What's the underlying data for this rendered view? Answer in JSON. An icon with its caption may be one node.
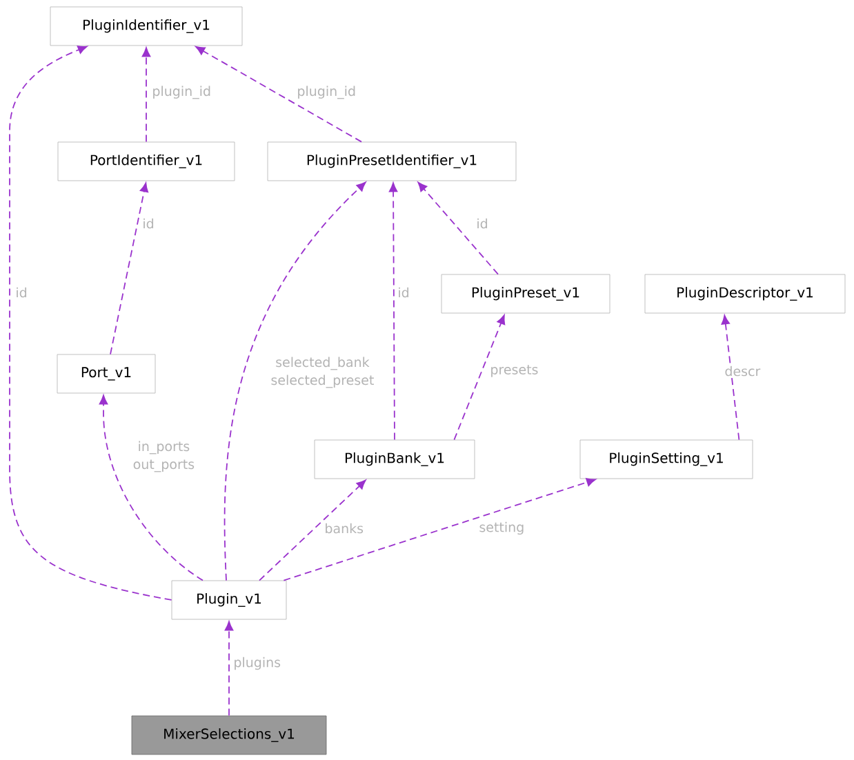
{
  "diagram": {
    "nodes": [
      {
        "text": [
          "PluginIdentifier_v1"
        ]
      },
      {
        "text": [
          "PortIdentifier_v1"
        ]
      },
      {
        "text": [
          "PluginPresetIdentifier_v1"
        ]
      },
      {
        "text": [
          "PluginPreset_v1"
        ]
      },
      {
        "text": [
          "PluginDescriptor_v1"
        ]
      },
      {
        "text": [
          "Port_v1"
        ]
      },
      {
        "text": [
          "PluginBank_v1"
        ]
      },
      {
        "text": [
          "PluginSetting_v1"
        ]
      },
      {
        "text": [
          "Plugin_v1"
        ]
      },
      {
        "text": [
          "MixerSelections_v1"
        ]
      }
    ],
    "edges": [
      {
        "from": 1,
        "to": 0,
        "arrow": "to",
        "label": "plugin_id",
        "style": "dashed"
      },
      {
        "from": 2,
        "to": 0,
        "arrow": "to",
        "label": "plugin_id",
        "style": "dashed"
      },
      {
        "from": 8,
        "to": 0,
        "arrow": "to",
        "label": "id",
        "style": "dashed"
      },
      {
        "from": 5,
        "to": 1,
        "arrow": "to",
        "label": "id",
        "style": "dashed"
      },
      {
        "from": 3,
        "to": 2,
        "arrow": "to",
        "label": "id",
        "style": "dashed"
      },
      {
        "from": 6,
        "to": 2,
        "arrow": "to",
        "label": "id",
        "style": "dashed"
      },
      {
        "from": 8,
        "to": 2,
        "arrow": "to",
        "label": "selected_bank selected_preset",
        "style": "dashed"
      },
      {
        "from": 6,
        "to": 3,
        "arrow": "to",
        "label": "presets",
        "style": "dashed"
      },
      {
        "from": 7,
        "to": 4,
        "arrow": "to",
        "label": "descr",
        "style": "dashed"
      },
      {
        "from": 8,
        "to": 5,
        "arrow": "to",
        "label": "in_ports out_ports",
        "style": "dashed"
      },
      {
        "from": 8,
        "to": 6,
        "arrow": "to",
        "label": "banks",
        "style": "dashed"
      },
      {
        "from": 8,
        "to": 7,
        "arrow": "to",
        "label": "setting",
        "style": "dashed"
      },
      {
        "from": 9,
        "to": 8,
        "arrow": "to",
        "label": "plugins",
        "style": "dashed"
      }
    ]
  }
}
